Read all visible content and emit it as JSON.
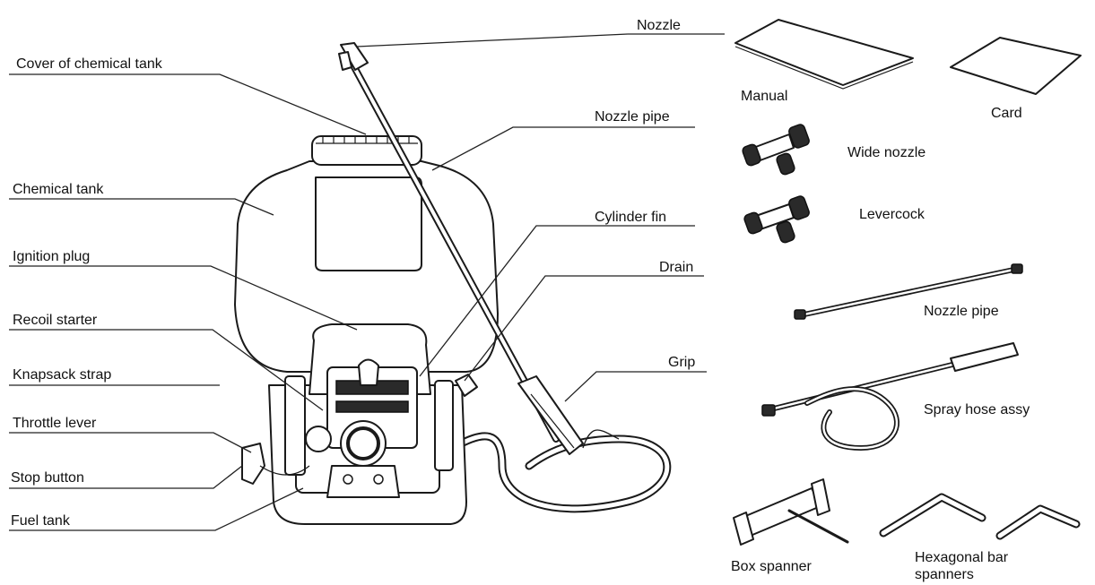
{
  "labels": {
    "nozzle": "Nozzle",
    "cover_tank": "Cover of chemical tank",
    "nozzle_pipe": "Nozzle pipe",
    "chemical_tank": "Chemical tank",
    "cylinder_fin": "Cylinder fin",
    "ignition_plug": "Ignition plug",
    "drain": "Drain",
    "recoil_starter": "Recoil starter",
    "knapsack_strap": "Knapsack strap",
    "grip": "Grip",
    "throttle_lever": "Throttle lever",
    "stop_button": "Stop button",
    "fuel_tank": "Fuel tank"
  },
  "accessories": {
    "manual": "Manual",
    "card": "Card",
    "wide_nozzle": "Wide nozzle",
    "levercock": "Levercock",
    "nozzle_pipe": "Nozzle pipe",
    "spray_hose": "Spray hose assy",
    "box_spanner": "Box spanner",
    "hex_line1": "Hexagonal bar",
    "hex_line2": "spanners"
  }
}
